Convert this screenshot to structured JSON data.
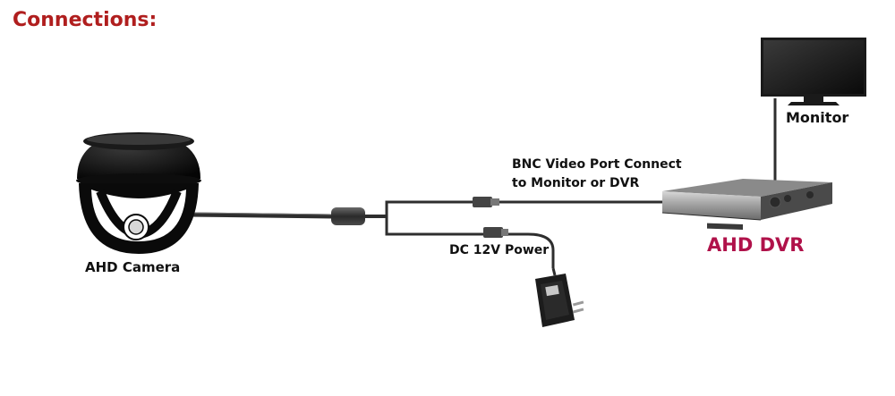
{
  "title": "Connections:",
  "colors": {
    "title": "#b01e1e",
    "dvr_label": "#b0124a",
    "cable": "#3a3a3a"
  },
  "devices": {
    "camera": {
      "label": "AHD Camera",
      "icon": "dome-camera-icon"
    },
    "monitor": {
      "label": "Monitor",
      "icon": "monitor-icon"
    },
    "dvr": {
      "label": "AHD DVR",
      "icon": "dvr-recorder-icon"
    },
    "adapter": {
      "icon": "power-adapter-icon"
    }
  },
  "connections": {
    "video": {
      "line1": "BNC Video Port Connect",
      "line2": "to Monitor or DVR"
    },
    "power": {
      "label": "DC 12V Power"
    }
  }
}
